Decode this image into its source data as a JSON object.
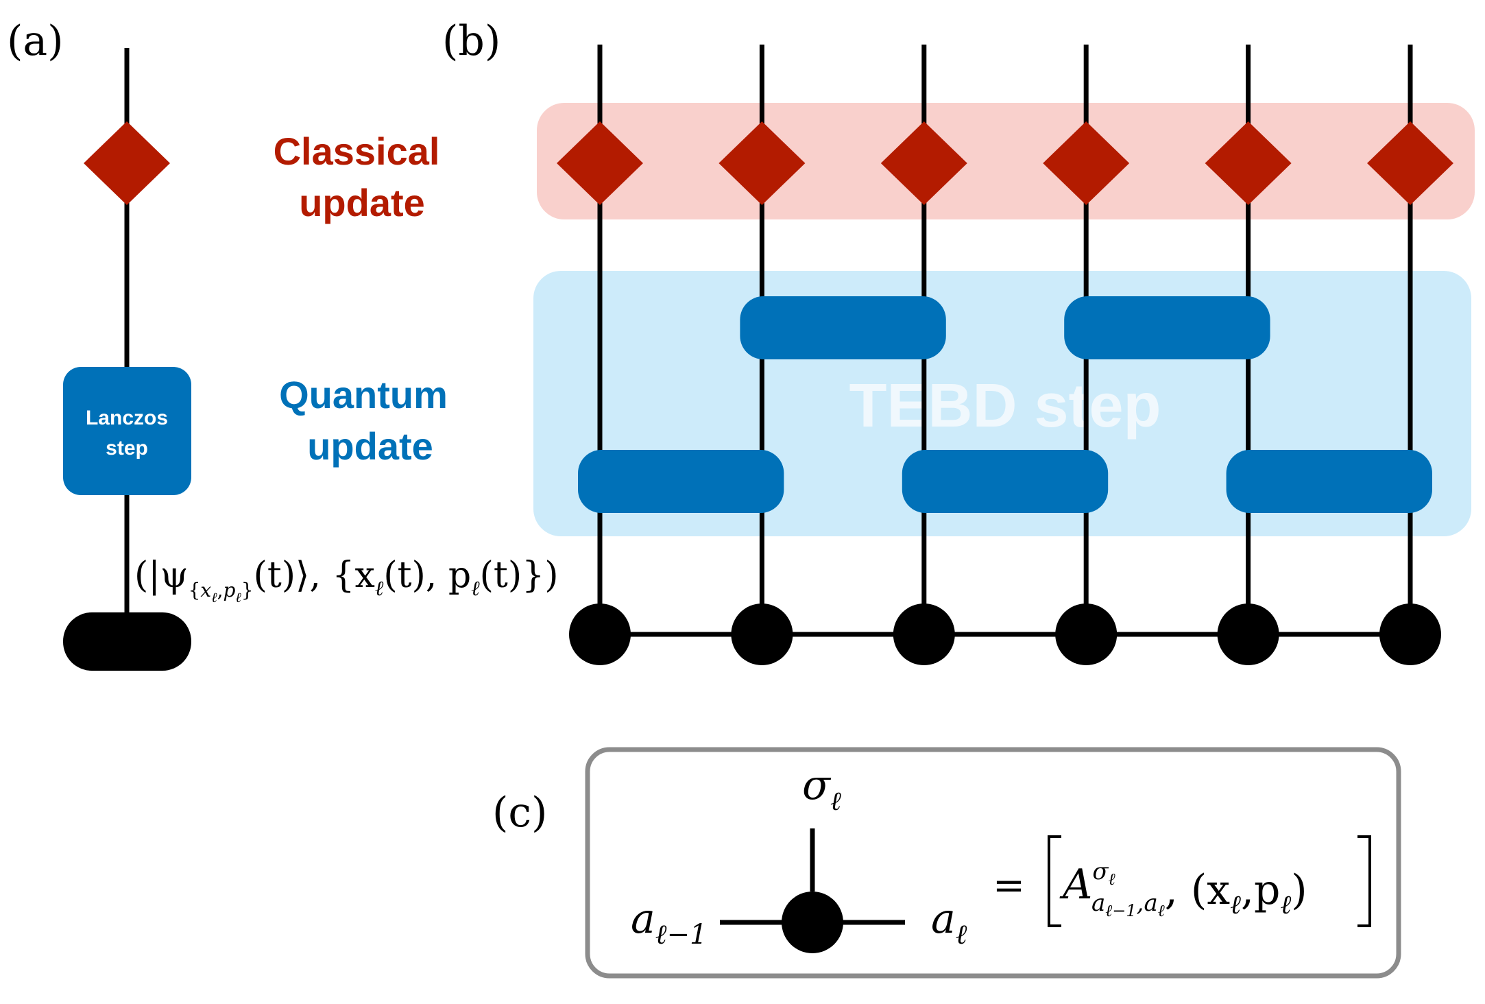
{
  "panel_a": {
    "label": "(a)",
    "classical_label_line1": "Classical",
    "classical_label_line2": "update",
    "quantum_label_line1": "Quantum",
    "quantum_label_line2": "update",
    "lanczos_line1": "Lanczos",
    "lanczos_line2": "step",
    "state_label": {
      "open": "(|ψ",
      "sub_open": "{",
      "sub_x": "x",
      "sub_x_sub": "ℓ",
      "sub_comma": ",",
      "sub_p": "p",
      "sub_p_sub": "ℓ",
      "sub_close": "}",
      "after_psi": "(t)⟩, {x",
      "x_sub": "ℓ",
      "mid": "(t), p",
      "p_sub": "ℓ",
      "close": "(t)})"
    }
  },
  "panel_b": {
    "label": "(b)",
    "tebd_label": "TEBD step",
    "num_sites": 6
  },
  "panel_c": {
    "label": "(c)",
    "sigma": "σ",
    "sigma_sub": "ℓ",
    "left_a": "a",
    "left_a_sub": "ℓ−1",
    "right_a": "a",
    "right_a_sub": "ℓ",
    "equals": "=",
    "A": "A",
    "A_sup": "σ",
    "A_sup_sub": "ℓ",
    "A_sub": "a",
    "A_sub_sub1": "ℓ−1",
    "A_sub_comma": ",a",
    "A_sub_sub2": "ℓ",
    "after_A": ", (x",
    "x_sub": "ℓ",
    "comma_p": ",p",
    "p_sub": "ℓ",
    "close_paren": ")"
  },
  "colors": {
    "classical_red": "#B31B00",
    "classical_band": "#F9D0CC",
    "quantum_blue": "#0071B8",
    "quantum_band": "#CDEBFA",
    "tebd_text": "#F0F8FD",
    "line": "#000000",
    "box_border": "#8C8C8C"
  }
}
